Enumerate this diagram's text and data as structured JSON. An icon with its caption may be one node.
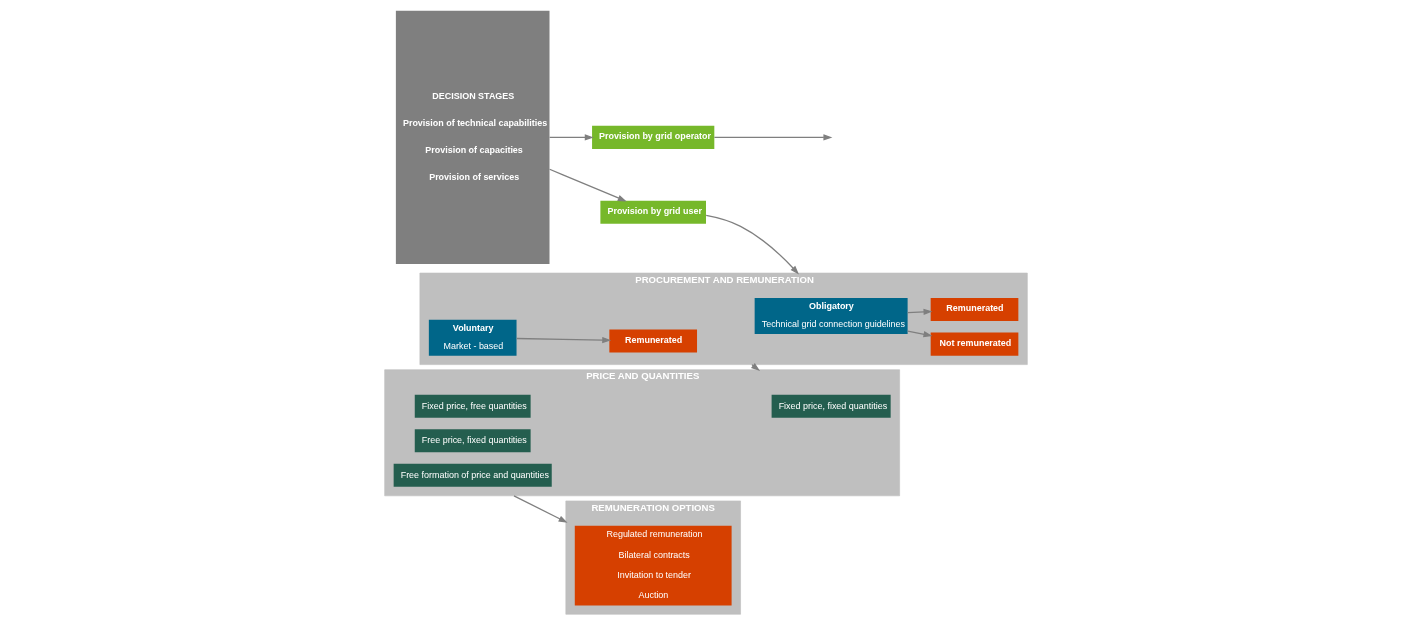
{
  "diagram": {
    "nodes": [
      {
        "text": [
          "DECISION STAGES",
          "Provision of technical capabilities",
          "Provision of capacities",
          "Provision of services"
        ]
      },
      {
        "text": [
          "Provision by grid user"
        ]
      },
      {
        "text": [
          "Provision by grid operator"
        ]
      },
      {
        "text": [
          "PROCUREMENT AND REMUNERATION"
        ]
      },
      {
        "text": [
          "Obligatory",
          "Technical grid connection guidelines"
        ],
        "in": 3
      },
      {
        "text": [
          "Not remunerated"
        ],
        "in": 3
      },
      {
        "text": [
          "Remunerated"
        ],
        "in": 3
      },
      {
        "text": [
          "Voluntary",
          "Market - based"
        ],
        "in": 3
      },
      {
        "text": [
          "Remunerated"
        ],
        "in": 3
      },
      {
        "text": [
          "PRICE AND QUANTITIES"
        ]
      },
      {
        "text": [
          "Fixed price, fixed quantities"
        ],
        "in": 9
      },
      {
        "text": [
          "Fixed price, free quantities"
        ],
        "in": 9
      },
      {
        "text": [
          "Free price, fixed quantities"
        ],
        "in": 9
      },
      {
        "text": [
          "Free formation of price and quantities"
        ],
        "in": 9
      },
      {
        "text": [
          "REMUNERATION OPTIONS"
        ]
      },
      {
        "text": [
          "Regulated remuneration",
          "Bilateral contracts",
          "Invitation to tender",
          "Auction"
        ],
        "in": 14
      }
    ],
    "edges": [
      {
        "from": 0,
        "to": 1,
        "arrow": "to"
      },
      {
        "from": 0,
        "to": 2,
        "arrow": "to"
      },
      {
        "from": 1,
        "to": 3,
        "arrow": "to"
      },
      {
        "from": 2,
        "to": null,
        "arrow": "to"
      },
      {
        "from": 4,
        "to": 5,
        "arrow": "to"
      },
      {
        "from": 4,
        "to": 6,
        "arrow": "to"
      },
      {
        "from": 7,
        "to": 8,
        "arrow": "to"
      },
      {
        "from": 3,
        "to": 9,
        "arrow": "to"
      },
      {
        "from": 9,
        "to": 14,
        "arrow": "to"
      }
    ]
  }
}
